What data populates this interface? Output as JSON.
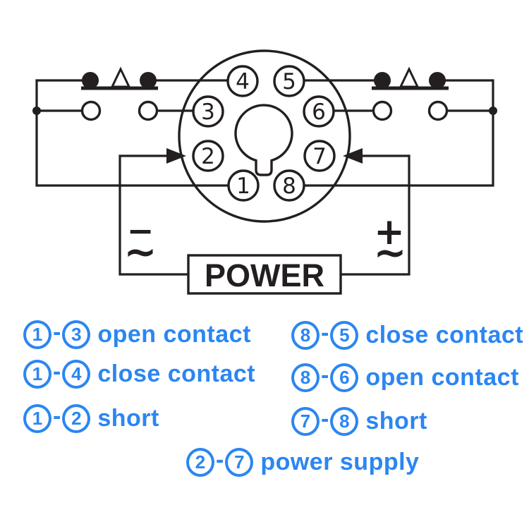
{
  "colors": {
    "line": "#231f20",
    "legend_blue": "#2b86f2"
  },
  "socket": {
    "pins": [
      "1",
      "2",
      "3",
      "4",
      "5",
      "6",
      "7",
      "8"
    ]
  },
  "power": {
    "label": "POWER",
    "negative": "−",
    "positive": "+",
    "ac_left": "~",
    "ac_right": "~"
  },
  "legend": {
    "separator": "-",
    "items": [
      {
        "from": "1",
        "to": "3",
        "desc": "open contact"
      },
      {
        "from": "8",
        "to": "5",
        "desc": "close contact"
      },
      {
        "from": "1",
        "to": "4",
        "desc": "close contact"
      },
      {
        "from": "8",
        "to": "6",
        "desc": "open contact"
      },
      {
        "from": "1",
        "to": "2",
        "desc": "short"
      },
      {
        "from": "7",
        "to": "8",
        "desc": "short"
      },
      {
        "from": "2",
        "to": "7",
        "desc": "power supply"
      }
    ]
  }
}
